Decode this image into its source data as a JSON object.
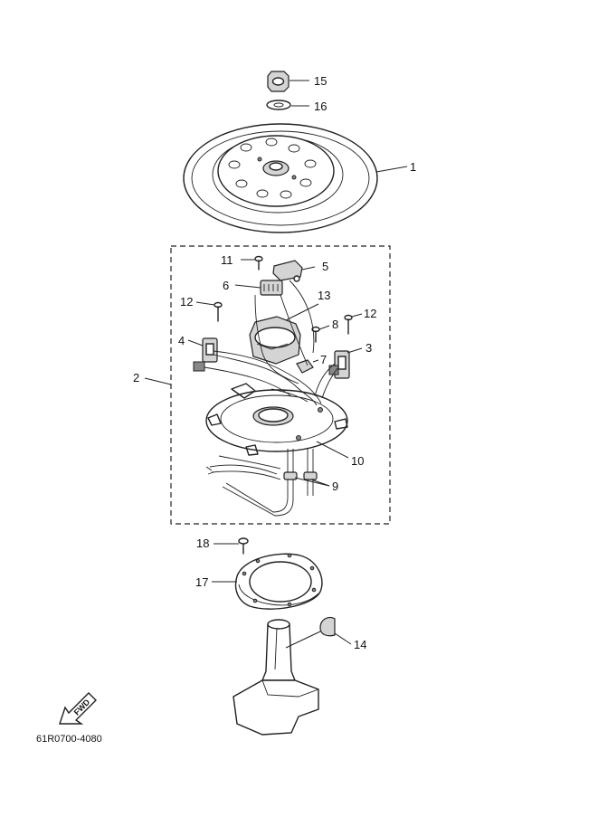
{
  "diagram": {
    "drawing_code": "61R0700-4080",
    "fwd_label": "FWD",
    "callouts": {
      "c1": "1",
      "c2": "2",
      "c3": "3",
      "c4": "4",
      "c5": "5",
      "c6": "6",
      "c7": "7",
      "c8": "8",
      "c9": "9",
      "c10": "10",
      "c11": "11",
      "c12a": "12",
      "c12b": "12",
      "c13": "13",
      "c14": "14",
      "c15": "15",
      "c16": "16",
      "c17": "17",
      "c18": "18"
    }
  }
}
